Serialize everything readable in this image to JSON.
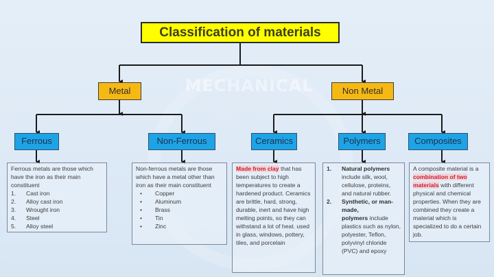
{
  "title": "Classification of materials",
  "watermark": "MECHANICAL",
  "colors": {
    "title_fill": "#ffff00",
    "category_fill": "#f6b914",
    "subcategory_fill": "#1ea4e6",
    "highlight_text": "#d11a2a",
    "background": "#dbe8f5"
  },
  "categories": {
    "metal": {
      "label": "Metal"
    },
    "non_metal": {
      "label": "Non Metal"
    }
  },
  "subcategories": {
    "ferrous": {
      "label": "Ferrous",
      "description": "Ferrous metals are those which have the iron as their main constituent",
      "items": [
        {
          "marker": "1.",
          "text": "Cast iron"
        },
        {
          "marker": "2.",
          "text": "Alloy cast iron"
        },
        {
          "marker": "3.",
          "text": "Wrought iron"
        },
        {
          "marker": "4.",
          "text": "Steel"
        },
        {
          "marker": "5.",
          "text": "Alloy steel"
        }
      ]
    },
    "non_ferrous": {
      "label": "Non-Ferrous",
      "description": "Non-ferrous metals are those which have a metal other than iron as their main constituent",
      "items": [
        {
          "marker": "•",
          "text": "Copper"
        },
        {
          "marker": "•",
          "text": "Aluminum"
        },
        {
          "marker": "•",
          "text": "Brass"
        },
        {
          "marker": "•",
          "text": "Tin"
        },
        {
          "marker": "•",
          "text": "Zinc"
        }
      ]
    },
    "ceramics": {
      "label": "Ceramics",
      "highlight": "Made from clay",
      "description": " that has been subject to high temperatures to create a hardened product. Ceramics are brittle, hard, strong, durable, inert and have high melting points, so they can withstand a lot of heat. used in glass, windows, pottery, tiles, and porcelain"
    },
    "polymers": {
      "label": "Polymers",
      "items": [
        {
          "marker": "1.",
          "bold": "Natural polymers",
          "text": " include silk, wool, cellulose, proteins, and natural rubber."
        },
        {
          "marker": "2.",
          "bold": "Synthetic, or man-made,",
          "bold2": "polymers",
          "text": " include plastics such as nylon, polyester, Teflon, polyvinyl chloride (PVC) and epoxy"
        }
      ]
    },
    "composites": {
      "label": "Composites",
      "text_before": "A composite material is a ",
      "highlight": "combination of two materials",
      "text_after": " with different physical and chemical properties. When they are combined they create a material which is specialized to do a certain job."
    }
  }
}
